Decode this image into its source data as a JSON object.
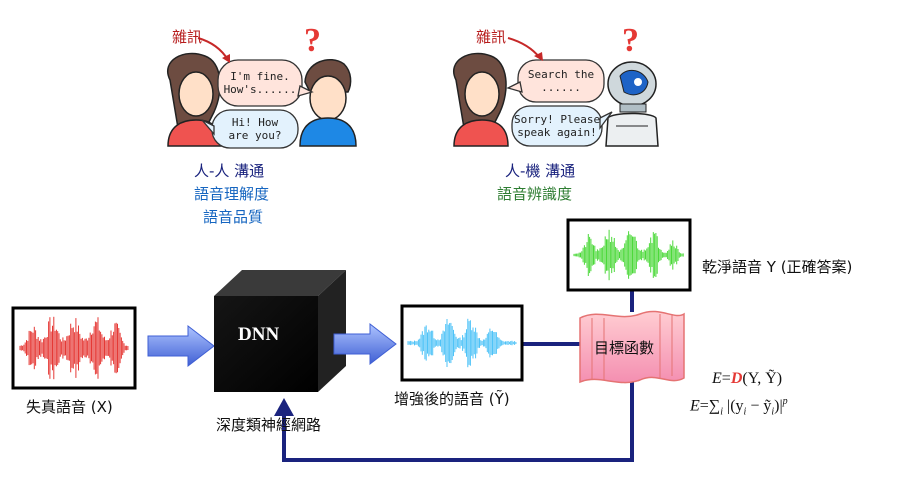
{
  "top_left": {
    "noise_label": "雜訊",
    "question_mark": "?",
    "bubble_pink": [
      "I'm fine.",
      "How's......"
    ],
    "bubble_blue": [
      "Hi! How",
      "are you?"
    ],
    "captions": [
      "人-人 溝通",
      "語音理解度",
      "語音品質"
    ]
  },
  "top_right": {
    "noise_label": "雜訊",
    "question_mark": "?",
    "bubble_pink": [
      "Search the",
      "......"
    ],
    "bubble_blue": [
      "Sorry! Please",
      "speak again!"
    ],
    "captions": [
      "人-機 溝通",
      "語音辨識度"
    ]
  },
  "pipeline": {
    "input_label": "失真語音 (X)",
    "dnn_label": "DNN",
    "dnn_caption": "深度類神經網路",
    "enhanced_label": "增強後的語音 (Ỹ)",
    "clean_label": "乾淨語音 Y (正確答案)",
    "objective_label": "目標函數"
  },
  "formulas": {
    "line1": {
      "e": "E",
      "eq": "=",
      "d": "D",
      "args": "(Y, Ỹ)"
    },
    "line2": {
      "e": "E",
      "eq": "=",
      "sum": "∑",
      "sub": "i",
      "body": "|(y",
      "yi": "i",
      "minus": " − ỹ",
      "yti": "i",
      "close": ")|",
      "p": "p"
    }
  },
  "colors": {
    "navy": "#1a237e",
    "blue_caption": "#1565c0",
    "green_caption": "#2e7d32",
    "noise_red": "#b71c1c",
    "wave_red": "#e53935",
    "wave_blue": "#4fc3f7",
    "wave_green": "#4cd93a",
    "arrow_blue": "#5b7fe0",
    "d_red": "#e53935"
  }
}
